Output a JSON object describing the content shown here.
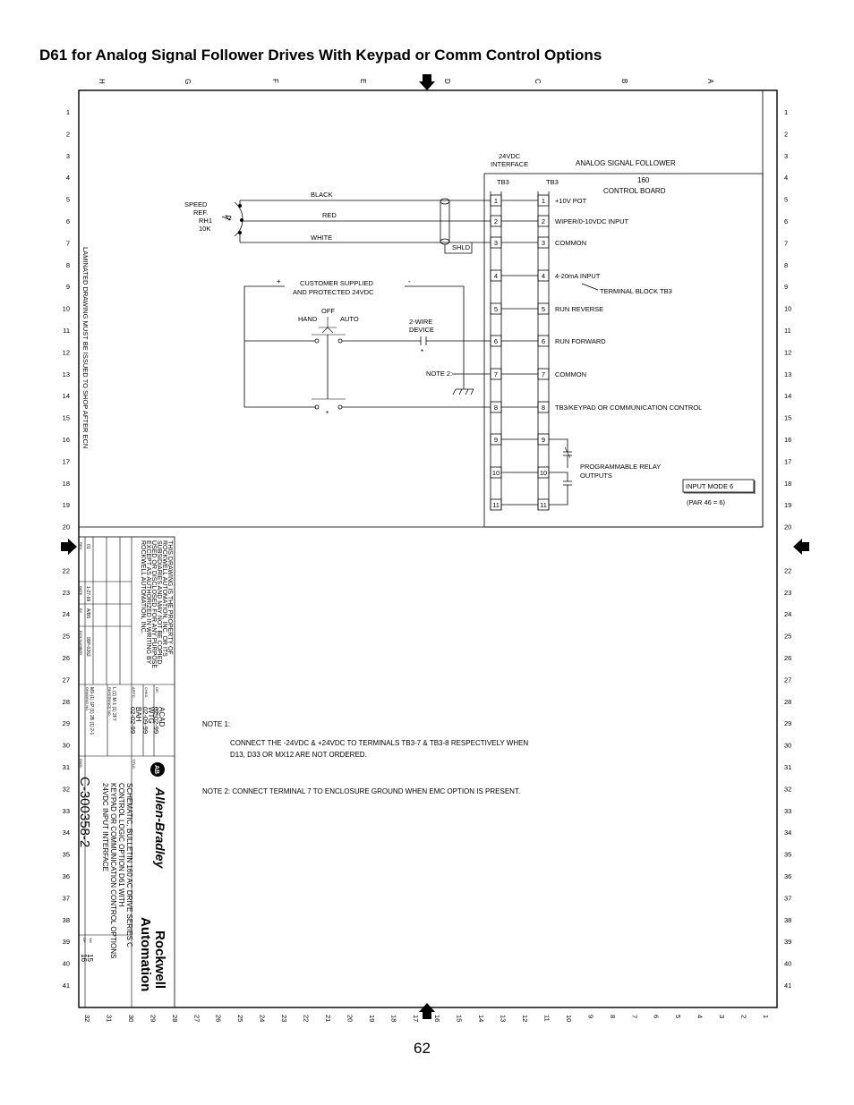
{
  "title": "D61 for Analog Signal Follower Drives With Keypad or Comm Control Options",
  "page_number": "62",
  "column_letters": [
    "H",
    "G",
    "F",
    "E",
    "D",
    "C",
    "B",
    "A"
  ],
  "row_numbers": [
    "1",
    "2",
    "3",
    "4",
    "5",
    "6",
    "7",
    "8",
    "9",
    "10",
    "11",
    "12",
    "13",
    "14",
    "15",
    "16",
    "17",
    "18",
    "19",
    "20",
    "21",
    "22",
    "23",
    "24",
    "25",
    "26",
    "27",
    "28",
    "29",
    "30",
    "31",
    "32",
    "33",
    "34",
    "35",
    "36",
    "37",
    "38",
    "39",
    "40",
    "41"
  ],
  "bottom_numbers": [
    "32",
    "31",
    "30",
    "29",
    "28",
    "27",
    "26",
    "25",
    "24",
    "23",
    "22",
    "21",
    "20",
    "19",
    "18",
    "17",
    "16",
    "15",
    "14",
    "13",
    "12",
    "11",
    "10",
    "9",
    "8",
    "7",
    "6",
    "5",
    "4",
    "3",
    "2",
    "1"
  ],
  "side_note": "LAMINATED DRAWING MUST BE ISSUED TO SHOP AFTER ECN",
  "diagram": {
    "speed_ref": [
      "SPEED",
      "REF.",
      "RH1",
      "10K"
    ],
    "wires": {
      "black": "BLACK",
      "red": "RED",
      "white": "WHITE",
      "shield": "SHLD"
    },
    "interface_header": [
      "24VDC",
      "INTERFACE"
    ],
    "tb3_left": "TB3",
    "tb3_right": "TB3",
    "analog_header": "ANALOG SIGNAL FOLLOWER",
    "board": [
      "160",
      "CONTROL BOARD"
    ],
    "terminals": [
      "1",
      "2",
      "3",
      "4",
      "5",
      "6",
      "7",
      "8",
      "9",
      "10",
      "11"
    ],
    "terminal_functions": [
      "+10V POT",
      "WIPER/0-10VDC INPUT",
      "COMMON",
      "4-20mA INPUT",
      "RUN REVERSE",
      "RUN FORWARD",
      "COMMON",
      "TB3/KEYPAD OR COMMUNICATION CONTROL"
    ],
    "terminal_block_label": "TERMINAL BLOCK TB3",
    "supply": [
      "CUSTOMER SUPPLIED",
      "AND PROTECTED 24VDC"
    ],
    "plus": "+",
    "minus": "-",
    "selector": {
      "off": "OFF",
      "hand": "HAND",
      "auto": "AUTO"
    },
    "two_wire": [
      "2-WIRE",
      "DEVICE"
    ],
    "asterisk": "*",
    "note2_ref": "NOTE 2:",
    "relay": [
      "PROGRAMMABLE RELAY",
      "OUTPUTS"
    ],
    "input_mode": "INPUT MODE 6",
    "par": "(PAR 46 = 6)"
  },
  "notes": {
    "note1_title": "NOTE 1:",
    "note1_line1": "CONNECT THE -24VDC & +24VDC TO TERMINALS TB3-7 & TB3-8 RESPECTIVELY WHEN",
    "note1_line2": "D13, D33 OR MX12 ARE NOT ORDERED.",
    "note2": "NOTE 2: CONNECT TERMINAL 7 TO ENCLOSURE GROUND WHEN EMC OPTION IS PRESENT."
  },
  "title_block": {
    "property": [
      "THIS DRAWING IS THE PROPERTY OF",
      "ROCKWELL AUTOMATION, INC. OR ITS",
      "SUBSIDIARIES AND MAY NOT BE COPIED,",
      "USED OR DISCLOSED FOR ANY PURPOSE",
      "EXCEPT AS AUTHORIZED IN WRITING BY",
      "ROCKWELL AUTOMATION, INC."
    ],
    "rev_headers": [
      "REV.",
      "DATE",
      "BY",
      "ECN NUMBER"
    ],
    "rev_row": [
      "01",
      "1-27-99",
      "A/BS",
      "99P-0262"
    ],
    "dr_label": "DR.",
    "dr_value": "ACAD",
    "date_label": "DATE",
    "date_value": "02-02-99",
    "chk_label": "CHKD.",
    "chk_value": "WTG",
    "chk_date": "02-09-99",
    "appd_label": "APP'D.",
    "appd_value": "BAH",
    "appd_date": "02-02-99",
    "ref_label": "REFERENCE NO.",
    "ref_value": "L (1) M-1 (1) 2F7",
    "drawing_label": "DRAWING NO.",
    "drawing_ref": "M9-(1) 1P (1) 2B (1) 2-1",
    "brand1": "Rockwell",
    "brand2": "Automation",
    "brand3": "Allen-Bradley",
    "ab_mark": "AB",
    "title_label": "TITLE:",
    "title_lines": [
      "SCHEMATIC, BULLETIN 160 AC DRIVE SERIES C",
      "CONTROL LOGIC OPTION D61 WITH",
      "KEYPAD OR COMMUNICATION CONTROL OPTIONS",
      "24VDC INPUT INTERFACE"
    ],
    "dwg_label": "DWG.",
    "dwg_number": "C-300358-2",
    "sh_label": "SH",
    "sh_value": "15",
    "of_label": "OF",
    "of_value": "16"
  }
}
